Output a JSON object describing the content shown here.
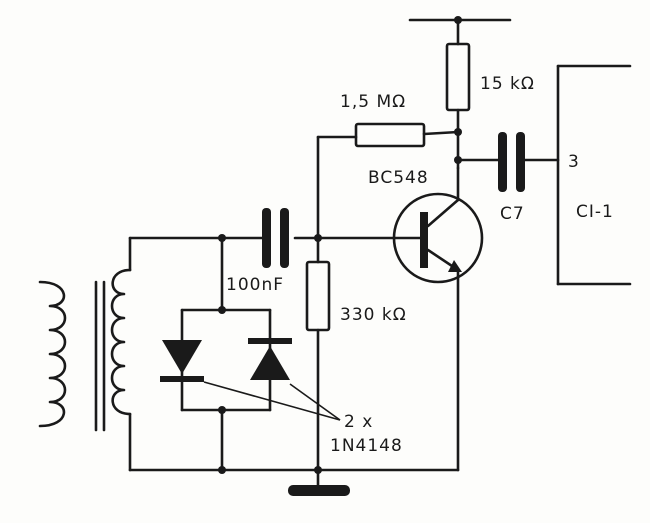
{
  "labels": {
    "r_bias": "1,5 MΩ",
    "r_collector": "15 kΩ",
    "r_base": "330 kΩ",
    "transistor": "BC548",
    "c_coupling": "100nF",
    "c_output": "C7",
    "pin": "3",
    "ic": "CI-1",
    "diode_count": "2 x",
    "diode_part": "1N4148"
  }
}
